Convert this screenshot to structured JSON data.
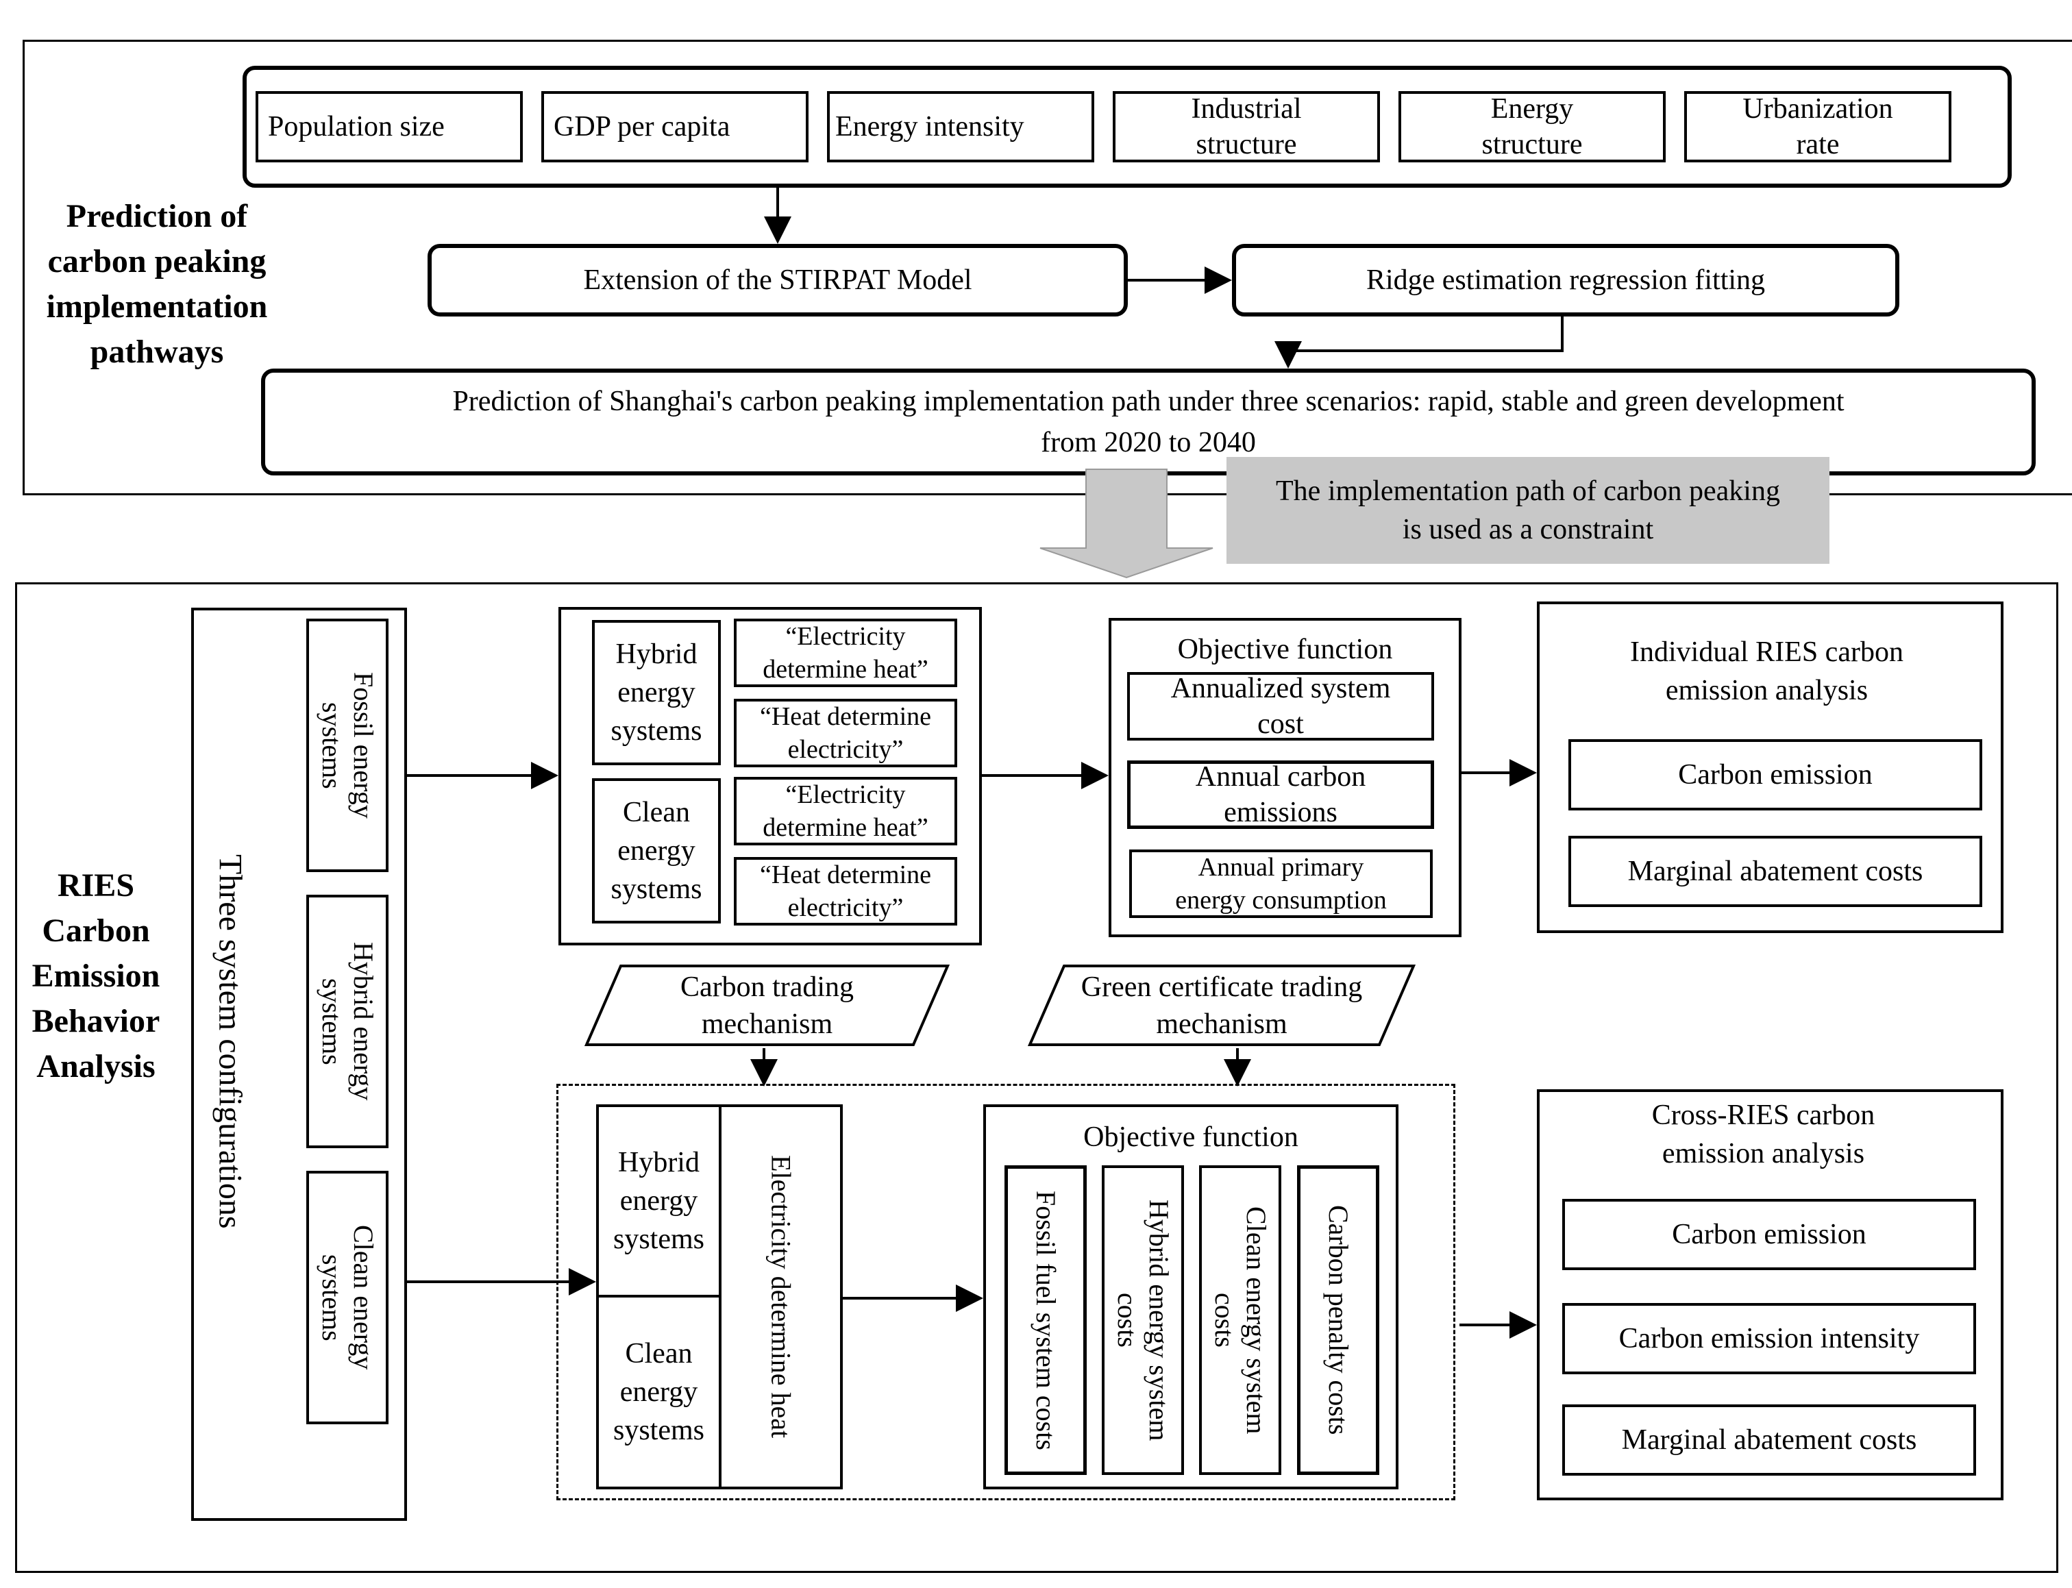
{
  "top_section": {
    "title": "Prediction of\ncarbon peaking\nimplementation\npathways",
    "factors": [
      "Population size",
      "GDP per capita",
      "Energy intensity",
      "Industrial\nstructure",
      "Energy\nstructure",
      "Urbanization\nrate"
    ],
    "stirpat": "Extension of the STIRPAT Model",
    "ridge": "Ridge estimation regression fitting",
    "prediction": "Prediction of Shanghai's carbon peaking implementation path under three scenarios: rapid, stable and green development\nfrom 2020 to 2040",
    "constraint": "The implementation path of carbon peaking\nis used as a constraint"
  },
  "bottom_section": {
    "title": "RIES\nCarbon\nEmission\nBehavior\nAnalysis",
    "three_configs": "Three system configurations",
    "systems": [
      "Fossil energy\nsystems",
      "Hybrid energy\nsystems",
      "Clean energy\nsystems"
    ],
    "upper": {
      "hybrid": "Hybrid\nenergy\nsystems",
      "clean": "Clean\nenergy\nsystems",
      "modes": [
        "“Electricity\ndetermine heat”",
        "“Heat determine\nelectricity”",
        "“Electricity\ndetermine heat”",
        "“Heat determine\nelectricity”"
      ],
      "objective_title": "Objective function",
      "objectives": [
        "Annualized system\ncost",
        "Annual carbon\nemissions",
        "Annual primary\nenergy consumption"
      ],
      "individual_title": "Individual RIES carbon\nemission analysis",
      "individual_items": [
        "Carbon emission",
        "Marginal abatement costs"
      ]
    },
    "mechanisms": [
      "Carbon trading\nmechanism",
      "Green certificate trading\nmechanism"
    ],
    "lower": {
      "hybrid": "Hybrid\nenergy\nsystems",
      "clean": "Clean\nenergy\nsystems",
      "mode": "Electricity determine heat",
      "objective_title": "Objective function",
      "costs": [
        "Fossil fuel system costs",
        "Hybrid energy system\ncosts",
        "Clean energy system\ncosts",
        "Carbon penalty costs"
      ],
      "cross_title": "Cross-RIES carbon\nemission analysis",
      "cross_items": [
        "Carbon emission",
        "Carbon emission intensity",
        "Marginal abatement costs"
      ]
    }
  },
  "colors": {
    "line": "#000000",
    "constraint_bg": "#c8c8c8",
    "big_arrow": "#c8c8c8",
    "big_arrow_stroke": "#9a9a9a"
  }
}
